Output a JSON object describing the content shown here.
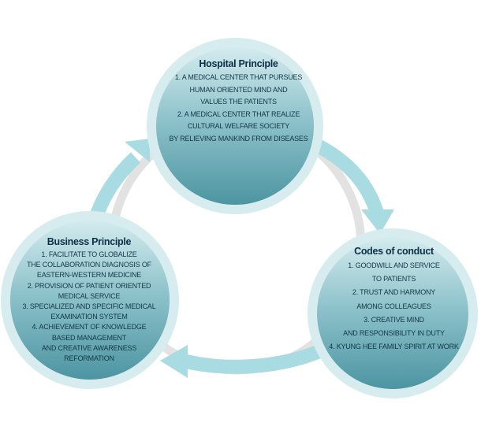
{
  "colors": {
    "circle_top": "#cde6e9",
    "circle_bottom": "#4f98a5",
    "circle_rim": "#dbeef0",
    "arrow": "#a9dce2",
    "ring": "#e3e3e3",
    "text": "#123747"
  },
  "hospital": {
    "title": "Hospital Principle",
    "lines": [
      "1. A medical center that pursues",
      "human oriented mind and",
      "values the patients",
      "2. A medical center that realize",
      "cultural welfare society",
      "by relieving mankind from diseases"
    ]
  },
  "business": {
    "title": "Business Principle",
    "lines": [
      "1. Facilitate to globalize",
      "the collaboration diagnosis of",
      "Eastern-Western medicine",
      "2. Provision of patient oriented",
      "medical service",
      "3. Specialized and specific medical",
      "examination system",
      "4. Achievement of knowledge",
      "based management",
      "and creative awareness",
      "reformation"
    ]
  },
  "codes": {
    "title": "Codes of conduct",
    "lines": [
      "1. Goodwill and service",
      "to patients",
      "2. Trust and harmony",
      "among colleagues",
      "3. Creative mind",
      "and responsibility in duty",
      "4. Kyung Hee family spirit at work"
    ]
  }
}
